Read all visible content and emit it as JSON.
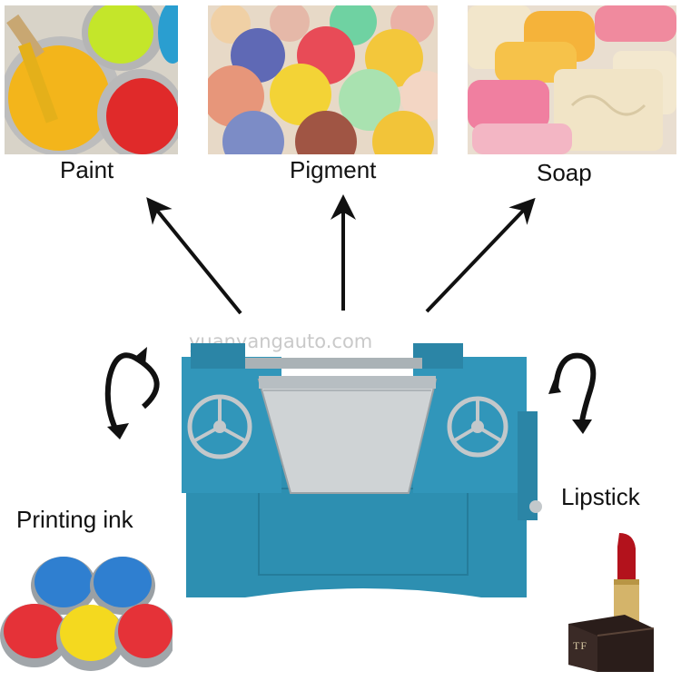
{
  "labels": {
    "paint": "Paint",
    "pigment": "Pigment",
    "soap": "Soap",
    "printing_ink": "Printing ink",
    "lipstick": "Lipstick"
  },
  "watermark": "yuanyangauto.com",
  "lipstick_case_logo": "TF",
  "colors": {
    "machine_blue": "#2f8fb0",
    "machine_dark": "#1f6e8c",
    "steel": "#c9cdd0",
    "arrow": "#111111"
  }
}
